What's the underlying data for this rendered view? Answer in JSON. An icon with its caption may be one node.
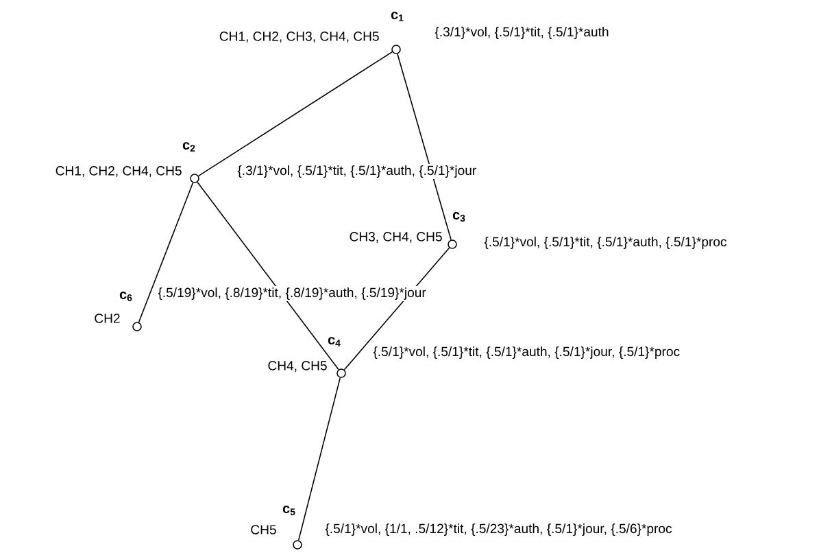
{
  "diagram": {
    "nodes": [
      {
        "text": [
          "c$_{1}$"
        ],
        "beside": [
          "CH1, CH2, CH3, CH4, CH5",
          "{.3/1}*vol, {.5/1}*tit, {.5/1}*auth"
        ]
      },
      {
        "text": [
          "c$_{2}$"
        ],
        "beside": [
          "CH1, CH2, CH4, CH5",
          "{.3/1}*vol, {.5/1}*tit, {.5/1}*auth, {.5/1}*jour"
        ]
      },
      {
        "text": [
          "c$_{3}$"
        ],
        "beside": [
          "CH3, CH4, CH5",
          "{.5/1}*vol, {.5/1}*tit, {.5/1}*auth, {.5/1}*proc"
        ]
      },
      {
        "text": [
          "c$_{6}$"
        ],
        "beside": [
          "CH2",
          "{.5/19}*vol, {.8/19}*tit, {.8/19}*auth, {.5/19}*jour"
        ]
      },
      {
        "text": [
          "c$_{4}$"
        ],
        "beside": [
          "CH4, CH5",
          "{.5/1}*vol, {.5/1}*tit, {.5/1}*auth, {.5/1}*jour, {.5/1}*proc"
        ]
      },
      {
        "text": [
          "c$_{5}$"
        ],
        "beside": [
          "CH5",
          "{.5/1}*vol, {1/1, .5/12}*tit, {.5/23}*auth, {.5/1}*jour, {.5/6}*proc"
        ]
      }
    ],
    "edges": [
      {
        "from": 0,
        "to": 1,
        "arrow": "none"
      },
      {
        "from": 0,
        "to": 2,
        "arrow": "none"
      },
      {
        "from": 1,
        "to": 3,
        "arrow": "none"
      },
      {
        "from": 1,
        "to": 4,
        "arrow": "none"
      },
      {
        "from": 2,
        "to": 4,
        "arrow": "none"
      },
      {
        "from": 4,
        "to": 5,
        "arrow": "none"
      }
    ]
  }
}
